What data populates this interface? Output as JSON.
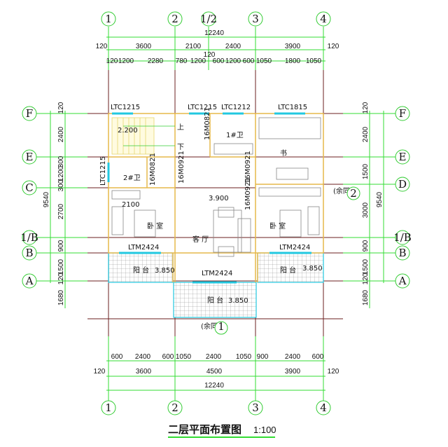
{
  "axes_top": [
    "1",
    "2",
    "1/2",
    "3",
    "4"
  ],
  "axes_left": [
    "F",
    "E",
    "C",
    "1/B",
    "B",
    "A"
  ],
  "axes_right": [
    "F",
    "E",
    "D",
    "1/B",
    "B",
    "A"
  ],
  "dims_top": {
    "total": "12240",
    "row2": [
      "120",
      "3600",
      "2100",
      "2400",
      "3900",
      "120"
    ],
    "mid_120": "120",
    "row3": [
      "120",
      "1200",
      "2280",
      "780",
      "1200",
      "600",
      "1200",
      "600",
      "1050",
      "1800",
      "1050"
    ]
  },
  "dims_bottom": {
    "row1": [
      "600",
      "2400",
      "600",
      "1050",
      "2400",
      "1050",
      "900",
      "2400",
      "600"
    ],
    "row2": [
      "120",
      "3600",
      "4500",
      "3900",
      "120"
    ],
    "total": "12240"
  },
  "dims_left": {
    "total": "9540",
    "items": [
      "120",
      "2400",
      "300",
      "1200",
      "300",
      "2700",
      "900",
      "1500",
      "120",
      "1680"
    ]
  },
  "dims_right": {
    "total": "9540",
    "items": [
      "120",
      "2400",
      "1500",
      "3000",
      "900",
      "1500",
      "120",
      "1680"
    ]
  },
  "labels": {
    "win_ltc1215_a": "LTC1215",
    "win_ltc1215_b": "LTC1215",
    "win_ltc1212": "LTC1212",
    "win_ltc1815": "LTC1815",
    "win_ltc1215_side": "LTC1215",
    "door_16m0821_a": "16M0821",
    "door_16m0821_b": "16M0821",
    "door_16m0921_a": "16M0921",
    "door_16m0921_b": "16M0921",
    "door_16m0921_c": "16M0921",
    "stair_elev": "2.200",
    "up": "上",
    "down": "下",
    "bath1": "1#卫",
    "bath2": "2#卫",
    "study": "书",
    "elev_2100": "2100",
    "living_elev": "3.900",
    "bed_left": "卧 室",
    "bed_right": "卧 室",
    "living": "客 厅",
    "ltm_left": "LTM2424",
    "ltm_right": "LTM2424",
    "ltm_center": "LTM2424",
    "balc_left": "阳 台",
    "balc_left_elev": "3.850",
    "balc_right": "阳 台",
    "balc_right_elev": "3.850",
    "balc_center": "阳 台",
    "balc_center_elev": "3.850",
    "section_note": "(余同)",
    "section_1": "1",
    "section_2": "2"
  },
  "title": {
    "text": "二层平面布置图",
    "scale": "1:100"
  },
  "colors": {
    "axis": "#6b1f1f",
    "dimension": "#33dd33",
    "wall": "#e6b84a",
    "window": "#22c8e0"
  }
}
